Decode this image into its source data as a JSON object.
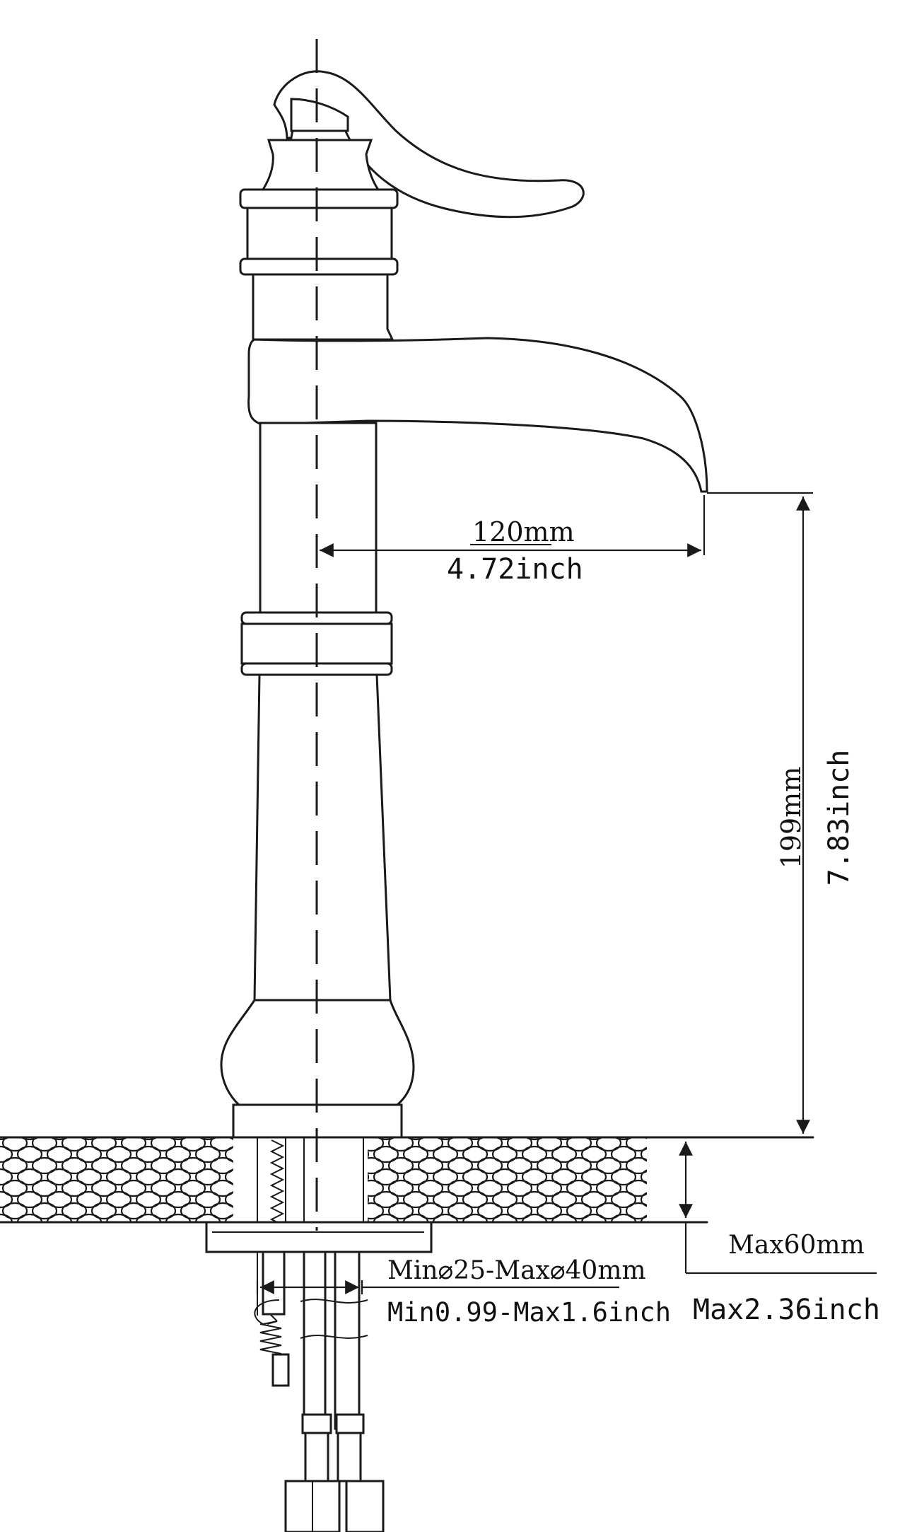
{
  "dimensions": {
    "spout_reach": {
      "metric": "120mm",
      "imperial": "4.72inch"
    },
    "spout_height": {
      "metric": "199mm",
      "imperial": "7.83inch"
    },
    "deck_thickness": {
      "metric": "Max60mm",
      "imperial": "Max2.36inch"
    },
    "hole_diameter": {
      "metric": "Min⌀25-Max⌀40mm",
      "imperial": "Min0.99-Max1.6inch"
    }
  },
  "colors": {
    "line": "#1a1a1a",
    "background": "#ffffff"
  }
}
